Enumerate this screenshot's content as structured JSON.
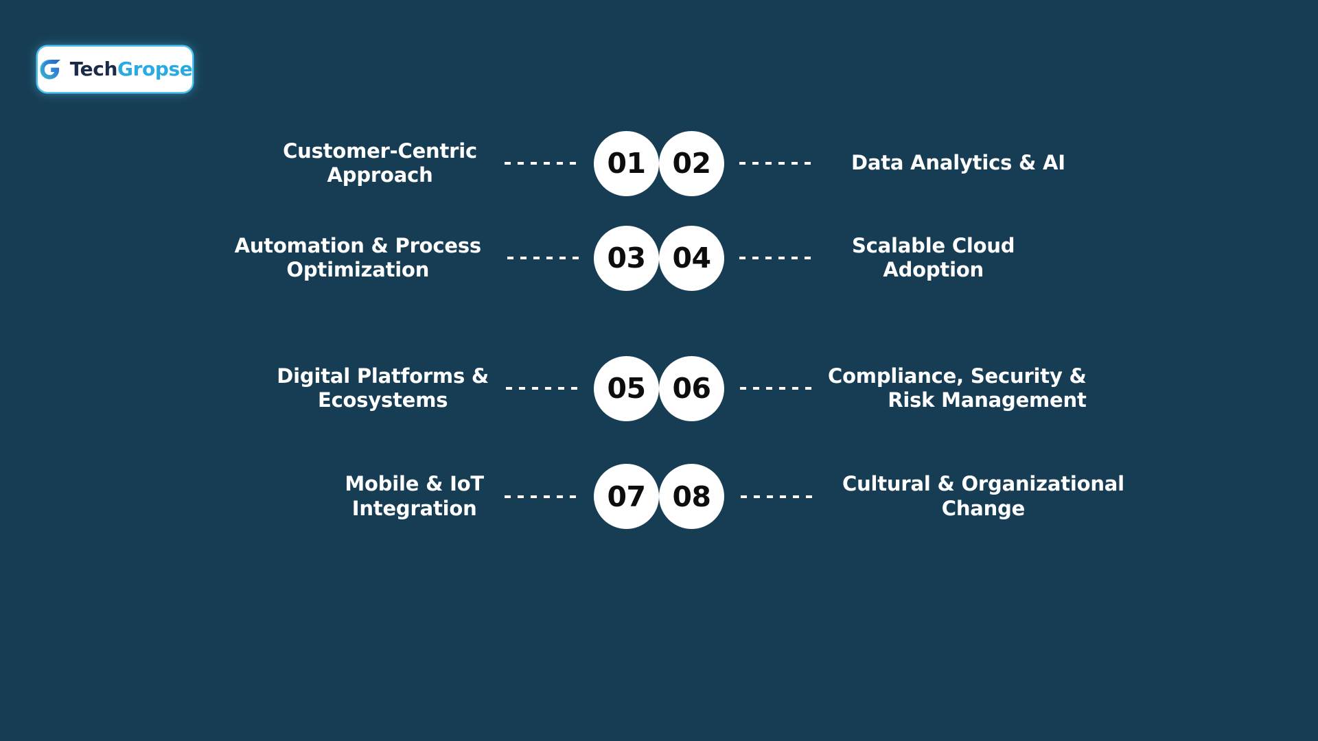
{
  "theme": {
    "background": "#173D54",
    "circle_fill": "#FFFFFF",
    "number_color": "#0D0D0D",
    "label_color": "#FFFFFF",
    "dash_color": "#FFFFFF",
    "logo_accent": "#29ABE2",
    "logo_dark": "#1B2A4A"
  },
  "logo": {
    "name": "techgropse-logo",
    "word_first": "Tech",
    "word_second": "Gropse",
    "mark": "g-swirl-icon"
  },
  "items": [
    {
      "number": "01",
      "label": "Customer-Centric\nApproach",
      "side": "left",
      "align": "center"
    },
    {
      "number": "02",
      "label": "Data Analytics & AI",
      "side": "right",
      "align": "left"
    },
    {
      "number": "03",
      "label": "Automation & Process\nOptimization",
      "side": "left",
      "align": "center"
    },
    {
      "number": "04",
      "label": "Scalable Cloud\nAdoption",
      "side": "right",
      "align": "center"
    },
    {
      "number": "05",
      "label": "Digital Platforms &\nEcosystems",
      "side": "left",
      "align": "center"
    },
    {
      "number": "06",
      "label": "Compliance, Security &\nRisk Management",
      "side": "right",
      "align": "right"
    },
    {
      "number": "07",
      "label": "Mobile & IoT\nIntegration",
      "side": "left",
      "align": "center"
    },
    {
      "number": "08",
      "label": "Cultural & Organizational\nChange",
      "side": "right",
      "align": "center"
    }
  ]
}
